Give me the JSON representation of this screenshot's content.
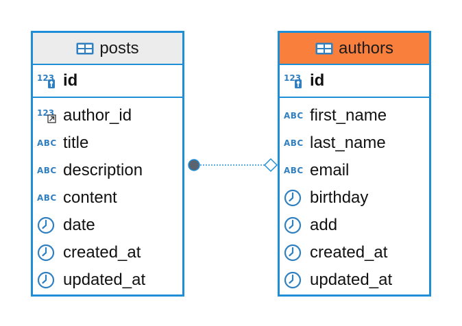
{
  "tables": [
    {
      "name": "posts",
      "header_color": "#ececec",
      "primary_key": {
        "name": "id",
        "type": "number-key"
      },
      "columns": [
        {
          "name": "author_id",
          "type": "number-foreign-key"
        },
        {
          "name": "title",
          "type": "text"
        },
        {
          "name": "description",
          "type": "text"
        },
        {
          "name": "content",
          "type": "text"
        },
        {
          "name": "date",
          "type": "datetime"
        },
        {
          "name": "created_at",
          "type": "datetime"
        },
        {
          "name": "updated_at",
          "type": "datetime"
        }
      ]
    },
    {
      "name": "authors",
      "header_color": "#f97f3d",
      "primary_key": {
        "name": "id",
        "type": "number-key"
      },
      "columns": [
        {
          "name": "first_name",
          "type": "text"
        },
        {
          "name": "last_name",
          "type": "text"
        },
        {
          "name": "email",
          "type": "text"
        },
        {
          "name": "birthday",
          "type": "datetime"
        },
        {
          "name": "add",
          "type": "datetime"
        },
        {
          "name": "created_at",
          "type": "datetime"
        },
        {
          "name": "updated_at",
          "type": "datetime"
        }
      ]
    }
  ],
  "icon_labels": {
    "number": "123",
    "text": "ABC"
  },
  "colors": {
    "border": "#1e8fd6",
    "icon_blue": "#2f7fc1"
  }
}
